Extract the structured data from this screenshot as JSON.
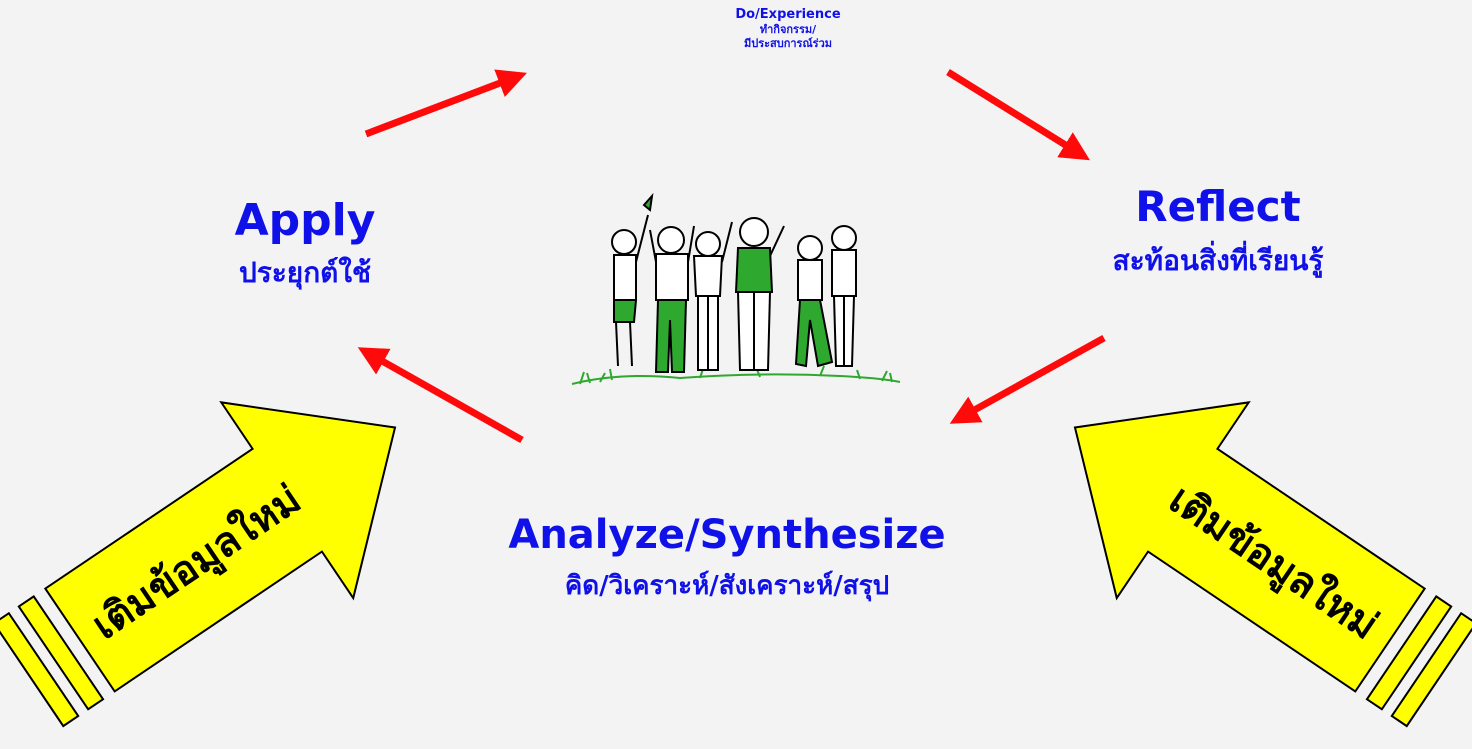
{
  "diagram": {
    "stages": {
      "do": {
        "en": "Do/Experience",
        "th_line1": "ทำกิจกรรม/",
        "th_line2": "มีประสบการณ์ร่วม"
      },
      "reflect": {
        "en": "Reflect",
        "th": "สะท้อนสิ่งที่เรียนรู้"
      },
      "analyze": {
        "en": "Analyze/Synthesize",
        "th": "คิด/วิเคราะห์/สังเคราะห์/สรุป"
      },
      "apply": {
        "en": "Apply",
        "th": "ประยุกต์ใช้"
      }
    },
    "new_info_arrows": {
      "left_text": "เติมข้อมูลใหม่",
      "right_text": "เติมข้อมูลใหม่"
    },
    "image": {
      "icon": "group-of-children-illustration"
    },
    "colors": {
      "label_blue": "#1010e8",
      "cycle_arrow_red": "#ff0a0a",
      "big_arrow_yellow": "#ffff00",
      "grass_green": "#2fa82f"
    }
  }
}
